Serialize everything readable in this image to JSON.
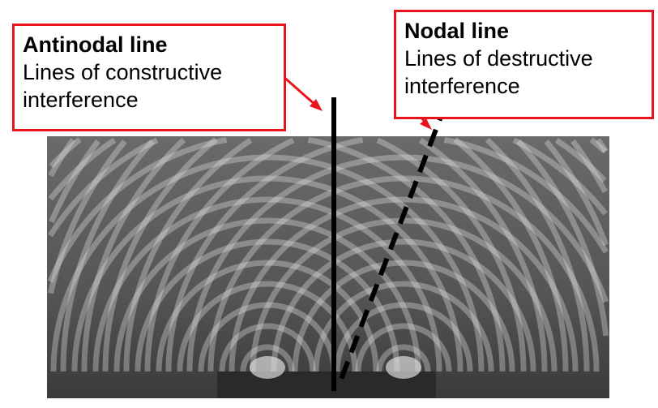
{
  "antinodal": {
    "title": "Antinodal line",
    "description": "Lines of constructive interference"
  },
  "nodal": {
    "title": "Nodal line",
    "description": "Lines of destructive interference"
  },
  "colors": {
    "label_border": "#e8141b",
    "arrow": "#e8141b",
    "line": "#000000"
  }
}
